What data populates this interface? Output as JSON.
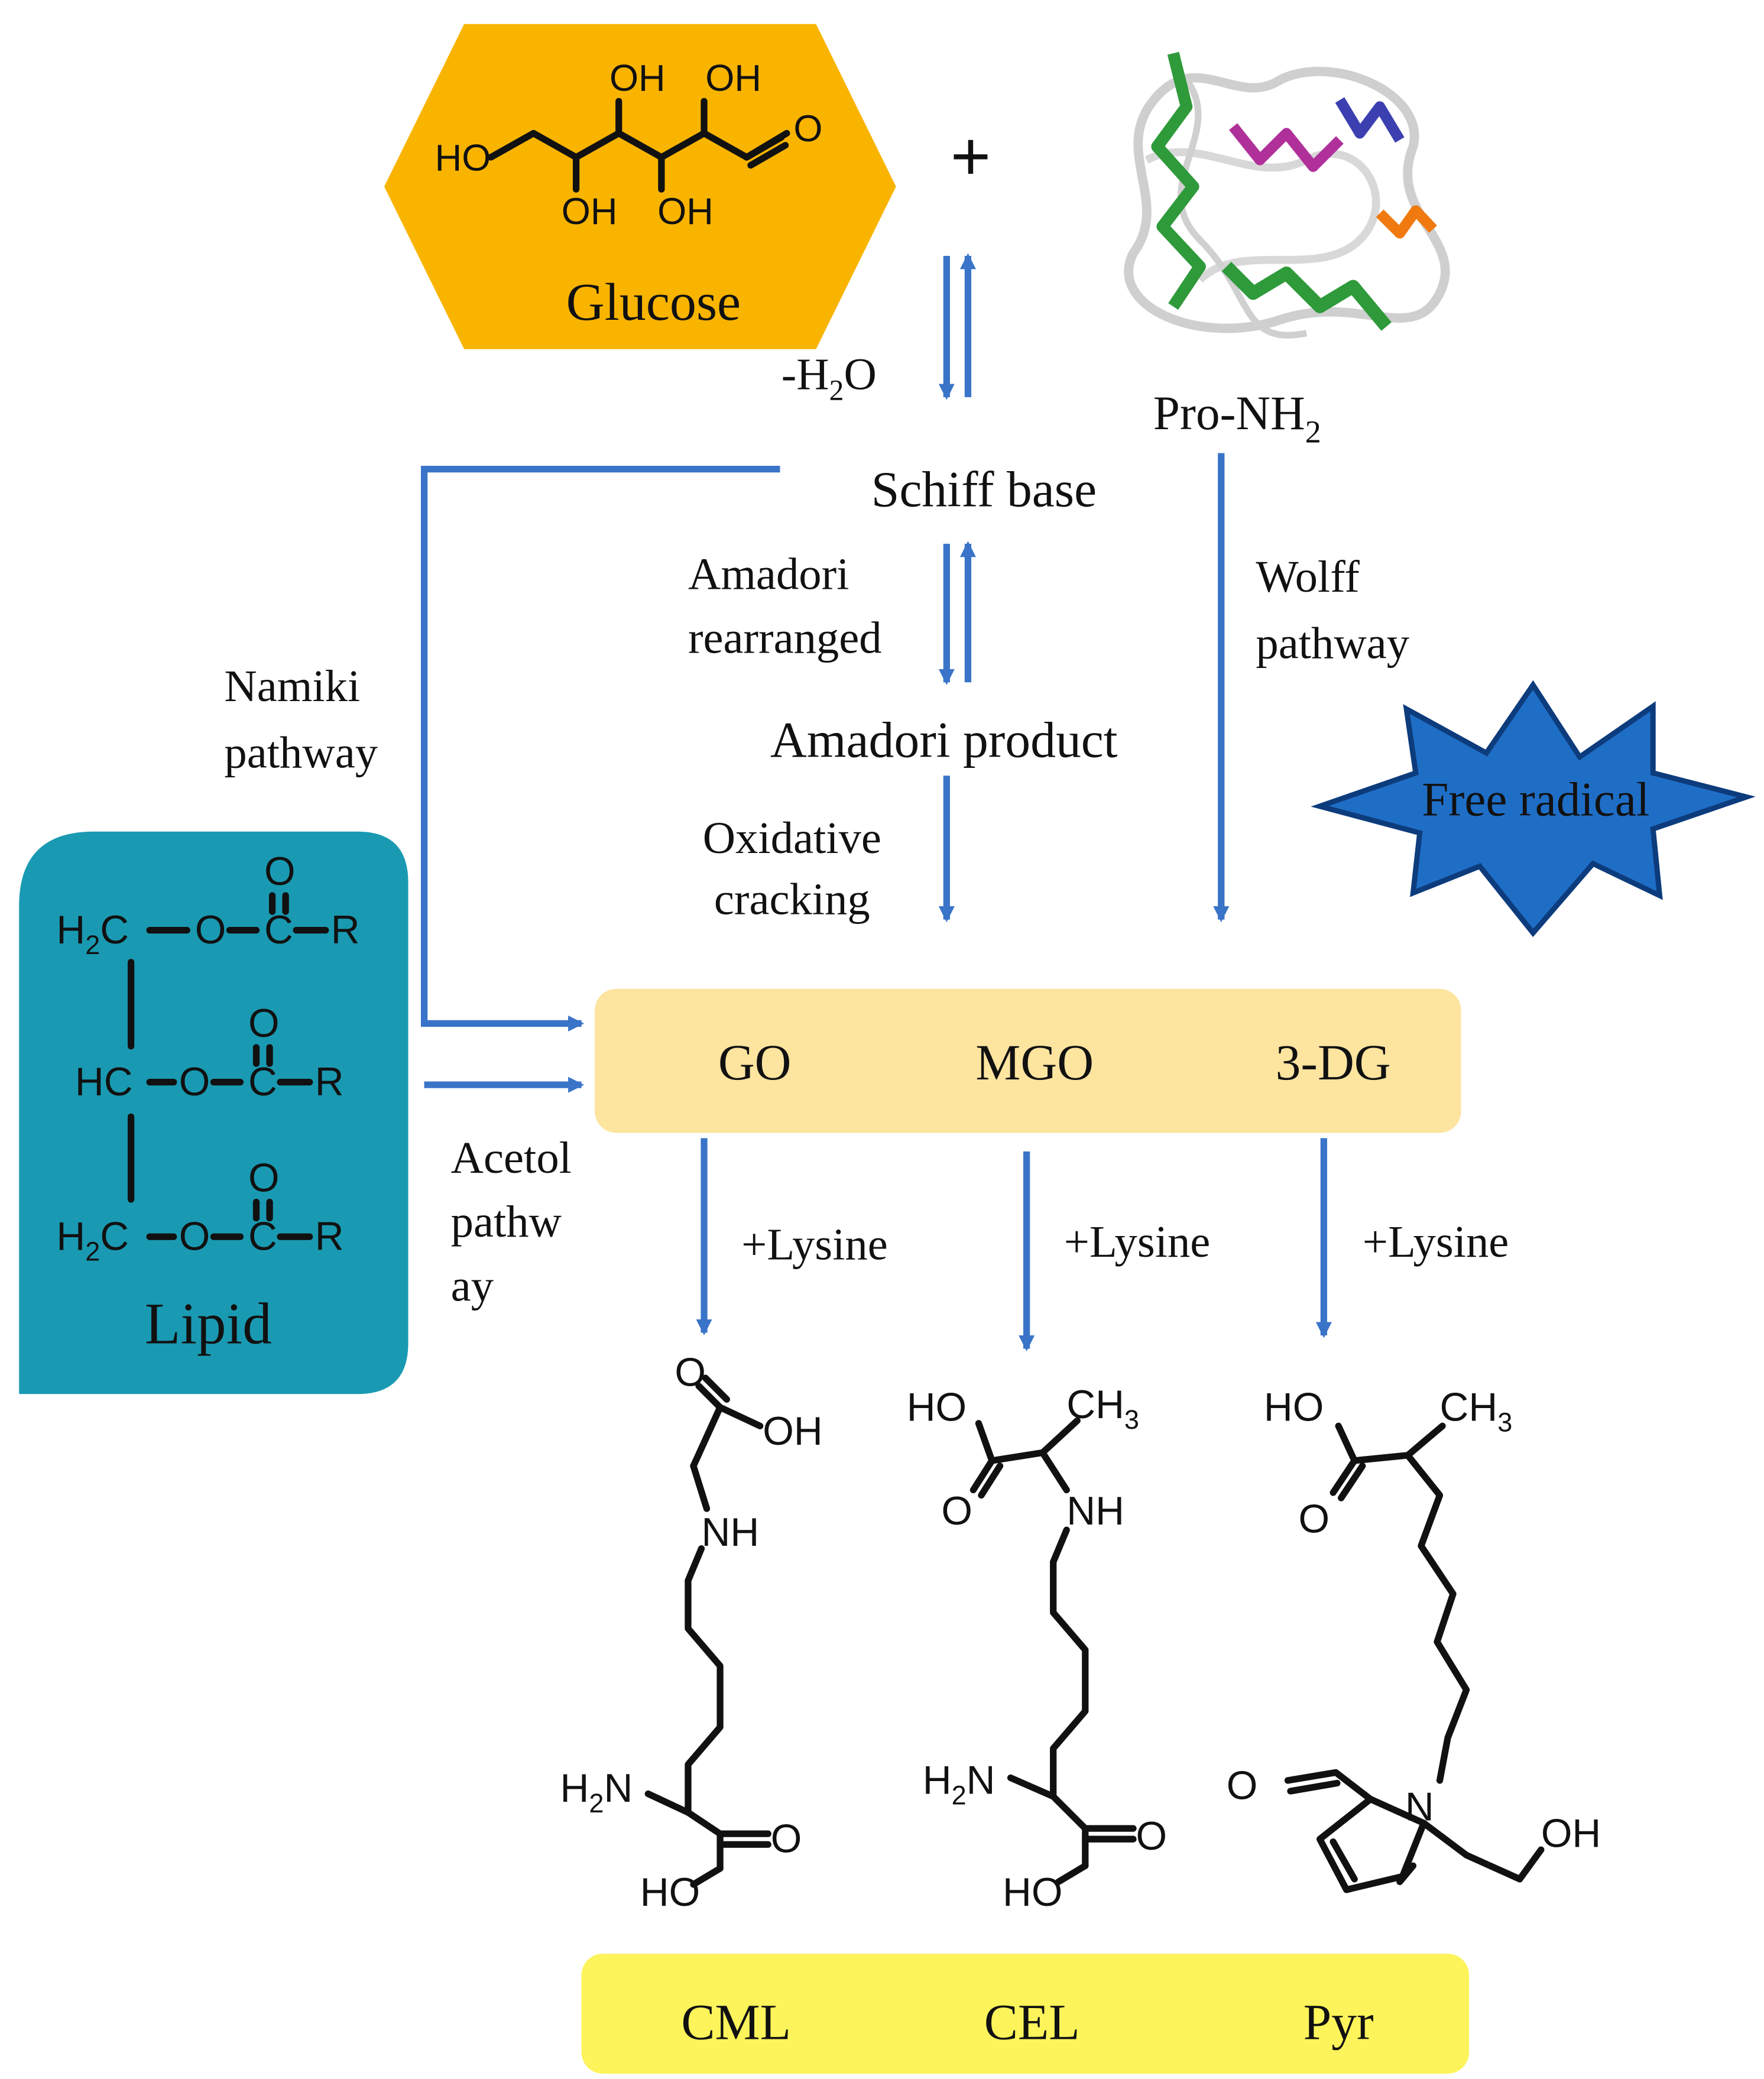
{
  "colors": {
    "glucose_fill": "#f9b400",
    "lipid_fill": "#1a9ab2",
    "dicarbonyl_box": "#fde49f",
    "products_box": "#fcf45a",
    "radical_fill": "#1f6ec6",
    "radical_stroke": "#0d3c7d",
    "arrow": "#3a74c8"
  },
  "glucose": {
    "label": "Glucose",
    "atoms": {
      "oh1": "OH",
      "oh2": "OH",
      "oh3": "OH",
      "oh4": "OH",
      "ho": "HO",
      "o": "O"
    }
  },
  "plus_sign": "+",
  "protein": {
    "label_main": "Pro-NH",
    "label_sub": "2"
  },
  "dehydration": {
    "minus_h": "-H",
    "sub": "2",
    "o": "O"
  },
  "schiff_base": "Schiff base",
  "amadori_rearranged": [
    "Amadori",
    "rearranged"
  ],
  "amadori_product": "Amadori product",
  "oxidative_cracking": [
    "Oxidative",
    "cracking"
  ],
  "wolff_pathway": [
    "Wolff",
    "pathway"
  ],
  "namiki_pathway": [
    "Namiki",
    "pathway"
  ],
  "acetol_pathway": [
    "Acetol",
    "pathw",
    "ay"
  ],
  "free_radical": "Free radical",
  "lipid": {
    "label": "Lipid",
    "r1": {
      "a": "H",
      "sub": "2",
      "b": "C",
      "o1": "O",
      "c": "C",
      "r": "R",
      "o2": "O"
    },
    "r2": {
      "hc": "HC",
      "o1": "O",
      "c": "C",
      "r": "R",
      "o2": "O"
    },
    "r3": {
      "a": "H",
      "sub": "2",
      "b": "C",
      "o1": "O",
      "c": "C",
      "r": "R",
      "o2": "O"
    }
  },
  "dicarbonyls": [
    "GO",
    "MGO",
    "3-DG"
  ],
  "lysine_labels": [
    "+Lysine",
    "+Lysine",
    "+Lysine"
  ],
  "cml": {
    "o": "O",
    "oh": "OH",
    "nh": "NH",
    "h2n_a": "H",
    "h2n_sub": "2",
    "h2n_b": "N",
    "o2": "O",
    "ho": "HO"
  },
  "cel": {
    "ho": "HO",
    "ch3_a": "CH",
    "ch3_sub": "3",
    "o": "O",
    "nh": "NH",
    "h2n_a": "H",
    "h2n_sub": "2",
    "h2n_b": "N",
    "o2": "O",
    "ho2": "HO"
  },
  "pyr": {
    "ho": "HO",
    "ch3_a": "CH",
    "ch3_sub": "3",
    "o": "O",
    "o2": "O",
    "n": "N",
    "oh": "OH"
  },
  "products": [
    "CML",
    "CEL",
    "Pyr"
  ]
}
